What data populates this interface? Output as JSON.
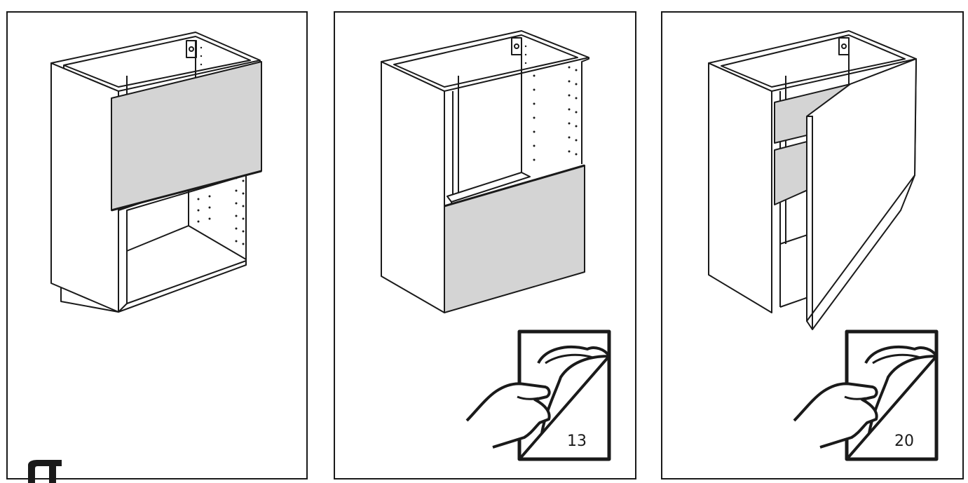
{
  "panels": [
    {
      "id": "panel-1",
      "content": "cabinet-with-top-panel"
    },
    {
      "id": "panel-2",
      "content": "cabinet-with-bottom-panel",
      "page_ref": "13"
    },
    {
      "id": "panel-3",
      "content": "cabinet-with-door",
      "page_ref": "20"
    }
  ],
  "colors": {
    "stroke": "#1a1a1a",
    "panel_fill": "#d4d4d4",
    "background": "#ffffff"
  },
  "icons": [
    "page-turn-hand-icon",
    "cabinet-icon",
    "corner-symbol-icon"
  ]
}
